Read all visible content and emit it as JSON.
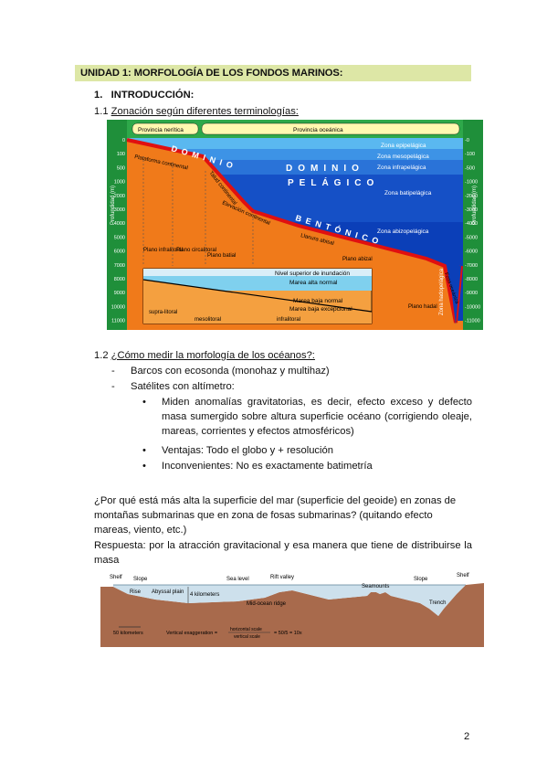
{
  "heading": "UNIDAD 1: MORFOLOGÍA DE LOS FONDOS MARINOS:",
  "section1": {
    "num": "1.",
    "title": "INTRODUCCIÓN:"
  },
  "sub1": {
    "num": "1.1 ",
    "title": "Zonación según diferentes terminologías:"
  },
  "diagram1": {
    "axis_label": "Profundidad (m)",
    "depths": [
      "0",
      "100",
      "500",
      "1000",
      "2000",
      "3000",
      "4000",
      "5000",
      "6000",
      "7000",
      "8000",
      "9000",
      "10000",
      "11000"
    ],
    "provinces": [
      "Provincia nerítica",
      "Provincia oceánica"
    ],
    "zones": [
      "Zona epipelágica",
      "Zona mesopelágica",
      "Zona infrapelágica",
      "Zona batipelágica",
      "Zona abizopelágica",
      "Zona hadopelágica"
    ],
    "domain_pelagic": [
      "DOMINIO",
      "PELÁGICO"
    ],
    "domain_benthic": [
      "DOMINIO",
      "BENTÓNICO"
    ],
    "features": [
      "Plataforma continental",
      "Talud continental",
      "Elevación continental",
      "Llanura abisal",
      "Fosa oceánica"
    ],
    "planes": [
      "Plano infralitoral",
      "Plano circalitoral",
      "Plano batial",
      "Plano abizal",
      "Plano hadal"
    ],
    "inset": [
      "Nivel superior de inundación",
      "Marea alta normal",
      "Marea baja normal",
      "Marea baja excepcional"
    ],
    "inset_zones": [
      "supra-litoral",
      "mesolitoral",
      "infralitoral"
    ]
  },
  "sub2": {
    "num": "1.2 ",
    "title": "¿Cómo medir la morfología de los océanos?:"
  },
  "list1": [
    {
      "bullet": "-",
      "text": "Barcos con ecosonda (monohaz y multihaz)"
    },
    {
      "bullet": "-",
      "text": "Satélites con altímetro:"
    }
  ],
  "list2": [
    "Miden anomalías gravitatorias, es decir, efecto exceso y defecto masa sumergido sobre altura superficie océano (corrigiendo oleaje, mareas, corrientes y efectos atmosféricos)",
    "Ventajas: Todo el globo y + resolución",
    "Inconvenientes: No es exactamente batimetría"
  ],
  "question": "¿Por qué está más alta la superficie del mar (superficie del geoide) en zonas de montañas submarinas que en zona de fosas submarinas? (quitando efecto mareas, viento, etc.)",
  "answer": "Respuesta: por la atracción gravitacional y esa manera que tiene de distribuirse la masa",
  "diagram2": {
    "labels": [
      "Shelf",
      "Slope",
      "Sea level",
      "Rift valley",
      "Shelf",
      "Slope",
      "Rise",
      "Abyssal plain",
      "4 kilometers",
      "Seamounts",
      "Trench",
      "Mid-ocean ridge",
      "50 kilometers",
      "Vertical exaggeration =",
      "horizontal scale",
      "vertical scale",
      "= 50/5 = 10x"
    ]
  },
  "page_number": "2"
}
